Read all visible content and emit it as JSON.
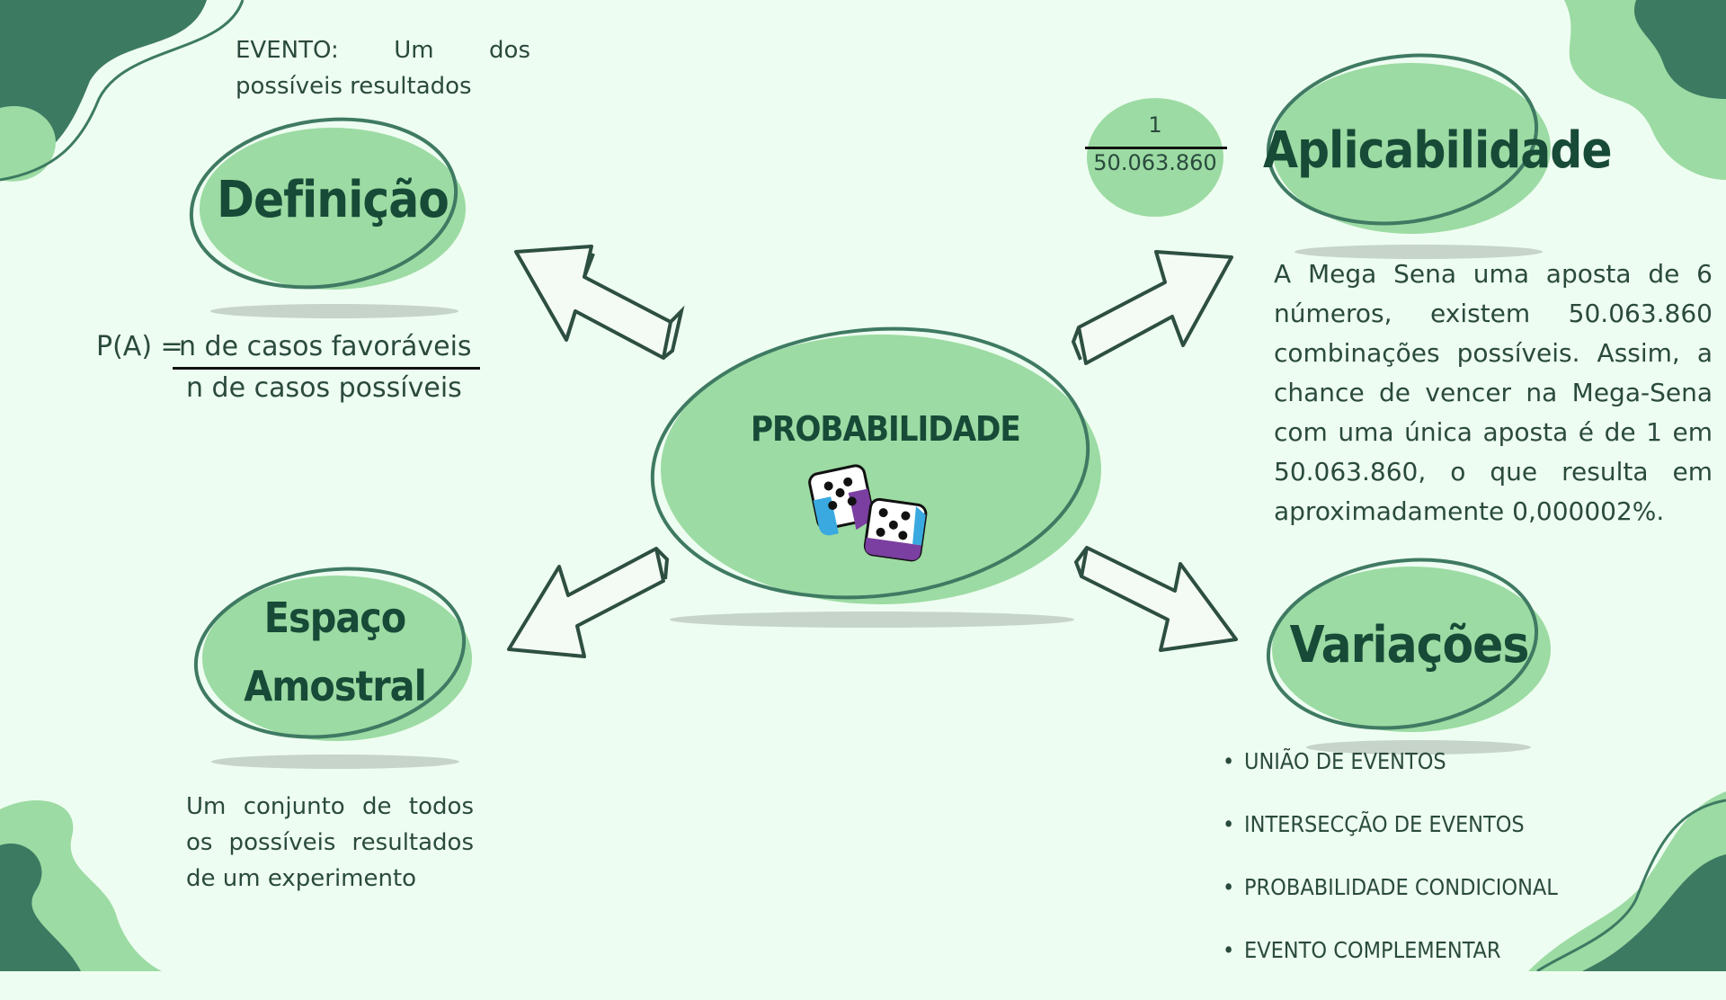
{
  "center": {
    "title": "PROBABILIDADE",
    "icon": "dice-icon"
  },
  "definicao": {
    "title": "Definição",
    "evento_note": "EVENTO: Um dos possíveis resultados",
    "formula_lhs": "P(A) =",
    "formula_num": "n de casos favoráveis",
    "formula_den": "n de casos possíveis"
  },
  "espaco": {
    "title_line1": "Espaço",
    "title_line2": "Amostral",
    "description": "Um conjunto de todos os possíveis resultados de um experimento"
  },
  "aplicabilidade": {
    "title": "Aplicabilidade",
    "fraction_num": "1",
    "fraction_den": "50.063.860",
    "description": "A Mega Sena uma aposta de 6 números, existem 50.063.860 combinações possíveis. Assim, a chance de vencer na Mega-Sena com uma única aposta é de 1 em 50.063.860, o que resulta em aproximadamente 0,000002%."
  },
  "variacoes": {
    "title": "Variações",
    "items": [
      "UNIÃO DE EVENTOS",
      "INTERSECÇÃO DE EVENTOS",
      "PROBABILIDADE CONDICIONAL",
      "EVENTO COMPLEMENTAR"
    ]
  },
  "colors": {
    "background": "#eefdf1",
    "blob_fill": "#9cdba3",
    "outline": "#3f7a63",
    "dark_green": "#3d7a62",
    "shadow": "#c7d4c9"
  }
}
